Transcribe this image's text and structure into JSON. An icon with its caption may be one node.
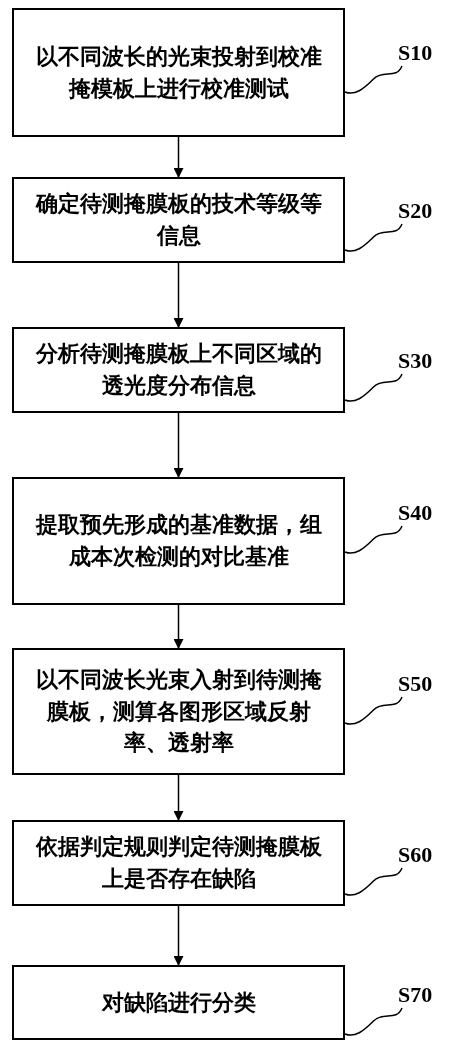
{
  "diagram": {
    "nodes": [
      {
        "text": [
          "以不同波长的光束投射到校准掩模板上进行校准测试"
        ]
      },
      {
        "text": [
          "确定待测掩膜板的技术等级等信息"
        ]
      },
      {
        "text": [
          "分析待测掩膜板上不同区域的透光度分布信息"
        ]
      },
      {
        "text": [
          "提取预先形成的基准数据，组成本次检测的对比基准"
        ]
      },
      {
        "text": [
          "以不同波长光束入射到待测掩膜板，测算各图形区域反射率、透射率"
        ]
      },
      {
        "text": [
          "依据判定规则判定待测掩膜板上是否存在缺陷"
        ]
      },
      {
        "text": [
          "对缺陷进行分类"
        ]
      },
      {
        "text": [
          "S10"
        ]
      },
      {
        "text": [
          "S20"
        ]
      },
      {
        "text": [
          "S30"
        ]
      },
      {
        "text": [
          "S40"
        ]
      },
      {
        "text": [
          "S50"
        ]
      },
      {
        "text": [
          "S60"
        ]
      },
      {
        "text": [
          "S70"
        ]
      }
    ],
    "edges": [
      {
        "from": 0,
        "to": 1,
        "arrow": "to"
      },
      {
        "from": 1,
        "to": 2,
        "arrow": "to"
      },
      {
        "from": 2,
        "to": 3,
        "arrow": "to"
      },
      {
        "from": 3,
        "to": 4,
        "arrow": "to"
      },
      {
        "from": 4,
        "to": 5,
        "arrow": "to"
      },
      {
        "from": 5,
        "to": 6,
        "arrow": "to"
      },
      {
        "from": 7,
        "to": 0,
        "arrow": "none"
      },
      {
        "from": 8,
        "to": 1,
        "arrow": "none"
      },
      {
        "from": 9,
        "to": 2,
        "arrow": "none"
      },
      {
        "from": 10,
        "to": 3,
        "arrow": "none"
      },
      {
        "from": 11,
        "to": 4,
        "arrow": "none"
      },
      {
        "from": 12,
        "to": 5,
        "arrow": "none"
      },
      {
        "from": 13,
        "to": 6,
        "arrow": "none"
      }
    ]
  }
}
